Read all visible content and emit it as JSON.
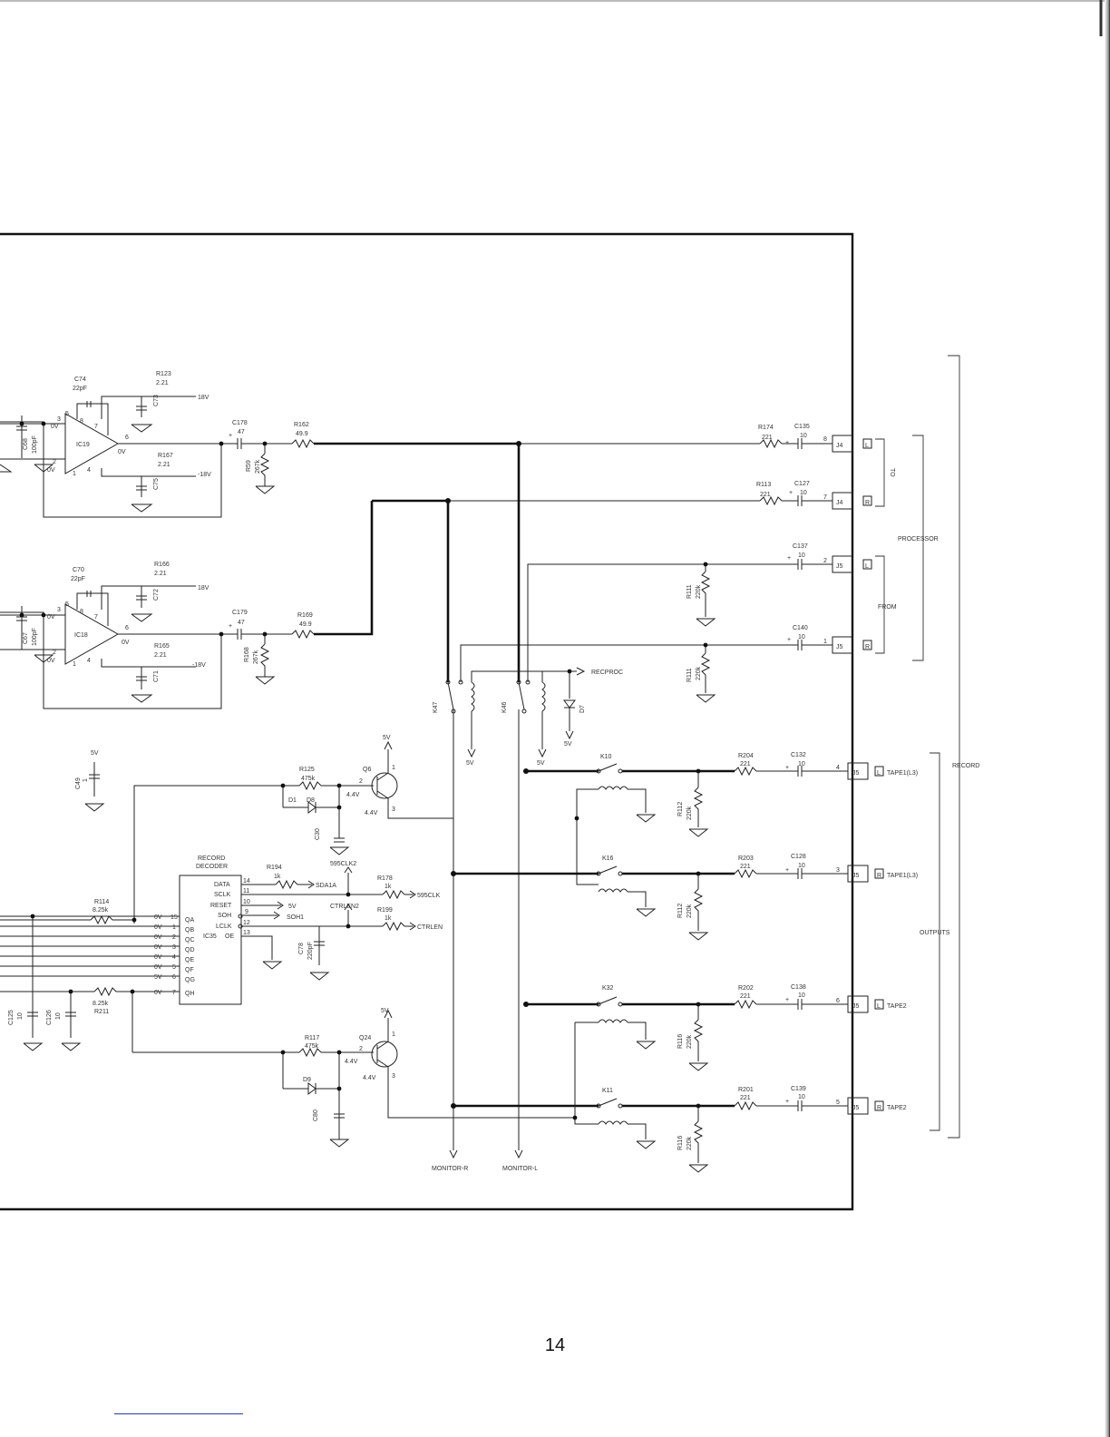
{
  "page": {
    "number": "14"
  },
  "colors": {
    "ink": "#111111",
    "background": "#ffffff",
    "footer_rule": "#2a3aa0"
  },
  "sections": {
    "record": "RECORD",
    "processor": "PROCESSOR",
    "to": "TO",
    "from": "FROM",
    "outputs": "OUTPUTS"
  },
  "opamps": [
    {
      "ref": "IC19",
      "pin_in_p": "3",
      "pin_in_n": "2",
      "pin_out": "6",
      "pin_vp": "7",
      "pin_vn": "4",
      "pin_a": "5",
      "pin_b": "8",
      "pin_c": "1",
      "out_v": "0V",
      "in_v1": "0V",
      "in_v2": "0V"
    },
    {
      "ref": "IC18",
      "pin_in_p": "3",
      "pin_in_n": "2",
      "pin_out": "6",
      "pin_vp": "7",
      "pin_vn": "4",
      "pin_a": "5",
      "pin_b": "8",
      "pin_c": "1",
      "out_v": "0V",
      "in_v1": "0V",
      "in_v2": "0V"
    }
  ],
  "labels": {
    "C74": "C74",
    "C74v": "22pF",
    "R123": "R123",
    "R123v": "2.21",
    "C73": "C73",
    "v18a": "18V",
    "C68": "C68",
    "C68v": "100pF",
    "R167": "R167",
    "R167v": "2.21",
    "C75": "C75",
    "vm18a": "-18V",
    "C178": "C178",
    "C178v": "47",
    "R162": "R162",
    "R162v": "49.9",
    "R59": "R59",
    "R59v": "267k",
    "R174": "R174",
    "R174v": "221",
    "C135": "C135",
    "C135v": "10",
    "R113": "R113",
    "R113v": "221",
    "C127": "C127",
    "C127v": "10",
    "C70": "C70",
    "C70v": "22pF",
    "R166": "R166",
    "R166v": "2.21",
    "C72": "C72",
    "v18b": "18V",
    "C67": "C67",
    "C67v": "100pF",
    "R165": "R165",
    "R165v": "2.21",
    "C71": "C71",
    "vm18b": "-18V",
    "C179": "C179",
    "C179v": "47",
    "R169": "R169",
    "R169v": "49.9",
    "R168": "R168",
    "R168v": "267k",
    "C137": "C137",
    "C137v": "10",
    "R111a": "R111",
    "R111av": "220k",
    "C140": "C140",
    "C140v": "10",
    "R111b": "R111",
    "R111bv": "220k",
    "J4": "J4",
    "J5": "J5",
    "pinL": "L",
    "pinR": "R",
    "recproc": "RECPROC",
    "K47": "K47",
    "K46": "K46",
    "D7": "D7",
    "v5": "5V",
    "K10": "K10",
    "K16": "K16",
    "K32": "K32",
    "K11": "K11",
    "R204": "R204",
    "R204v": "221",
    "C132": "C132",
    "C132v": "10",
    "R203": "R203",
    "R203v": "221",
    "C128": "C128",
    "C128v": "10",
    "R202": "R202",
    "R202v": "221",
    "C138": "C138",
    "C138v": "10",
    "R201": "R201",
    "R201v": "221",
    "C139": "C139",
    "C139v": "10",
    "R112a": "R112",
    "R112b": "R112",
    "R116a": "R116",
    "R116b": "R116",
    "v220k": "220k",
    "tape1l": "TAPE1(L3)",
    "tape1r": "TAPE1(L3)",
    "tape2l": "TAPE2",
    "tape2r": "TAPE2",
    "C49": "C49",
    "C49v": "1",
    "R125": "R125",
    "R125v": "475k",
    "Q6": "Q6",
    "D1": "D1",
    "D8": "D8",
    "C30": "C30",
    "v44": "4.4V",
    "decoder_title1": "RECORD",
    "decoder_title2": "DECODER",
    "IC35": "IC35",
    "DATA": "DATA",
    "SCLK": "SCLK",
    "RESET": "RESET",
    "SOH": "SOH",
    "LCLK": "LCLK",
    "OE": "OE",
    "R194": "R194",
    "R194v": "1k",
    "sda1a": "SDA1A",
    "clk2": "595CLK2",
    "R178": "R178",
    "R178v": "1k",
    "clk": "595CLK",
    "ctrlen2": "CTRLEN2",
    "R199": "R199",
    "R199v": "1k",
    "ctrlen": "CTRLEN",
    "soh1": "SOH1",
    "C78": "C78",
    "C78v": "220pF",
    "R114": "R114",
    "R114v": "8.25k",
    "R211": "R211",
    "R211v": "8.25k",
    "C125": "C125",
    "C125v": "10",
    "C126": "C126",
    "C126v": "10",
    "R117": "R117",
    "R117v": "475k",
    "Q24": "Q24",
    "D9": "D9",
    "C80": "C80",
    "monitor_r": "MONITOR-R",
    "monitor_l": "MONITOR-L"
  },
  "decoder_outputs": [
    {
      "name": "QA",
      "pin": "15",
      "volt": "0V"
    },
    {
      "name": "QB",
      "pin": "1",
      "volt": "0V"
    },
    {
      "name": "QC",
      "pin": "2",
      "volt": "0V"
    },
    {
      "name": "QD",
      "pin": "3",
      "volt": "0V"
    },
    {
      "name": "QE",
      "pin": "4",
      "volt": "0V"
    },
    {
      "name": "QF",
      "pin": "5",
      "volt": "0V"
    },
    {
      "name": "QG",
      "pin": "6",
      "volt": "5V"
    },
    {
      "name": "QH",
      "pin": "7",
      "volt": "0V"
    }
  ],
  "decoder_inputs": [
    {
      "name": "DATA",
      "pin": "14"
    },
    {
      "name": "SCLK",
      "pin": "11"
    },
    {
      "name": "RESET",
      "pin": "10"
    },
    {
      "name": "SOH",
      "pin": "9"
    },
    {
      "name": "LCLK",
      "pin": "12"
    },
    {
      "name": "OE",
      "pin": "13"
    }
  ],
  "connectors": [
    {
      "jack": "J4",
      "pin": "8",
      "side": "L"
    },
    {
      "jack": "J4",
      "pin": "7",
      "side": "R"
    },
    {
      "jack": "J5",
      "pin": "2",
      "side": "L"
    },
    {
      "jack": "J5",
      "pin": "1",
      "side": "R"
    },
    {
      "jack": "J5",
      "pin": "4",
      "side": "L"
    },
    {
      "jack": "J5",
      "pin": "3",
      "side": "R"
    },
    {
      "jack": "J5",
      "pin": "6",
      "side": "L"
    },
    {
      "jack": "J5",
      "pin": "5",
      "side": "R"
    }
  ]
}
